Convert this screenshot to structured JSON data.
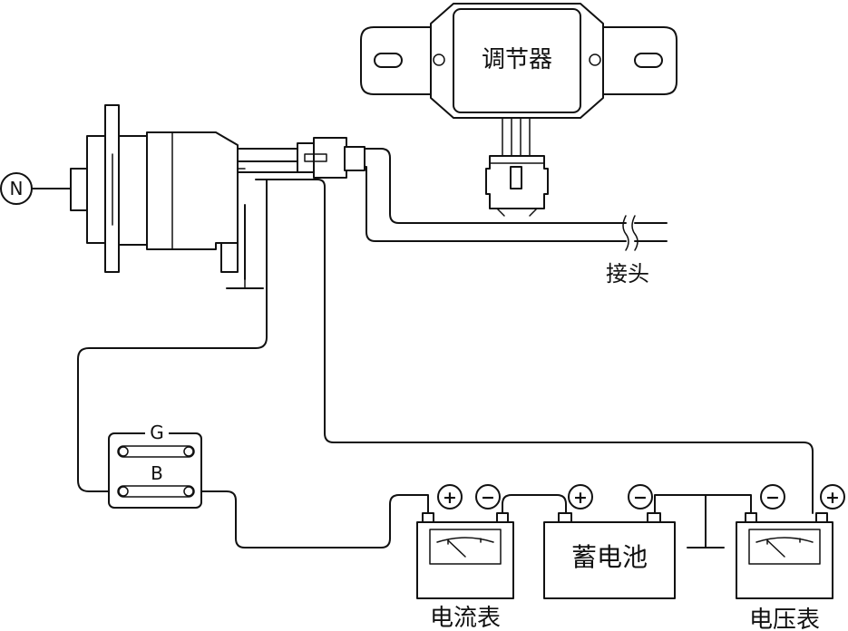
{
  "labels": {
    "regulator": "调节器",
    "connector": "接头",
    "battery": "蓄电池",
    "ammeter": "电流表",
    "voltmeter": "电压表",
    "rotation": "N",
    "switch_g": "G",
    "switch_b": "B",
    "plus": "+",
    "minus": "−"
  }
}
